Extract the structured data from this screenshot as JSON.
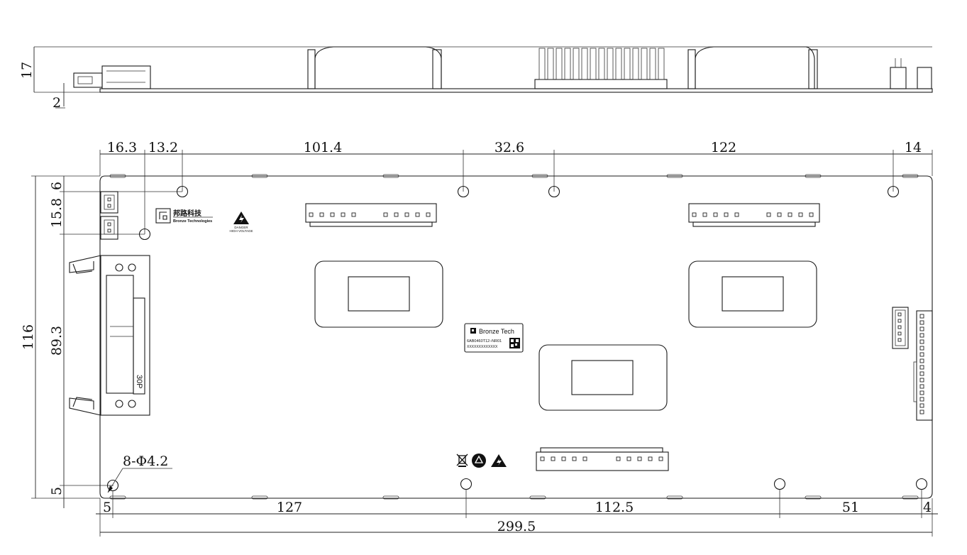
{
  "top_view_dims": {
    "height": "17",
    "offset": "2"
  },
  "top_dims": {
    "d1": "16.3",
    "d2": "13.2",
    "d3": "101.4",
    "d4": "32.6",
    "d5": "122",
    "d6": "14"
  },
  "left_dims": {
    "overall": "116",
    "d1": "6",
    "d2": "15.8",
    "d3": "89.3",
    "d4": "5"
  },
  "bottom_dims": {
    "d1": "5",
    "d2": "127",
    "d3": "112.5",
    "d4": "51",
    "d5": "4",
    "overall": "299.5"
  },
  "holes_callout": "8-Φ4.2",
  "header_label": "30P",
  "logo": {
    "cn": "邦路科技",
    "en": "Bronze Technologies"
  },
  "warning": {
    "line1": "DANGER",
    "line2": "HIGH VOLTAGE"
  },
  "product_label": {
    "brand": "Bronze Tech",
    "model": "6AB0460T12–NR01",
    "serial": "XXXXXXXXXXXXX"
  },
  "icons": [
    "weee-bin-icon",
    "recycle-icon",
    "warning-triangle-icon",
    "high-voltage-icon",
    "qr-code-icon"
  ]
}
